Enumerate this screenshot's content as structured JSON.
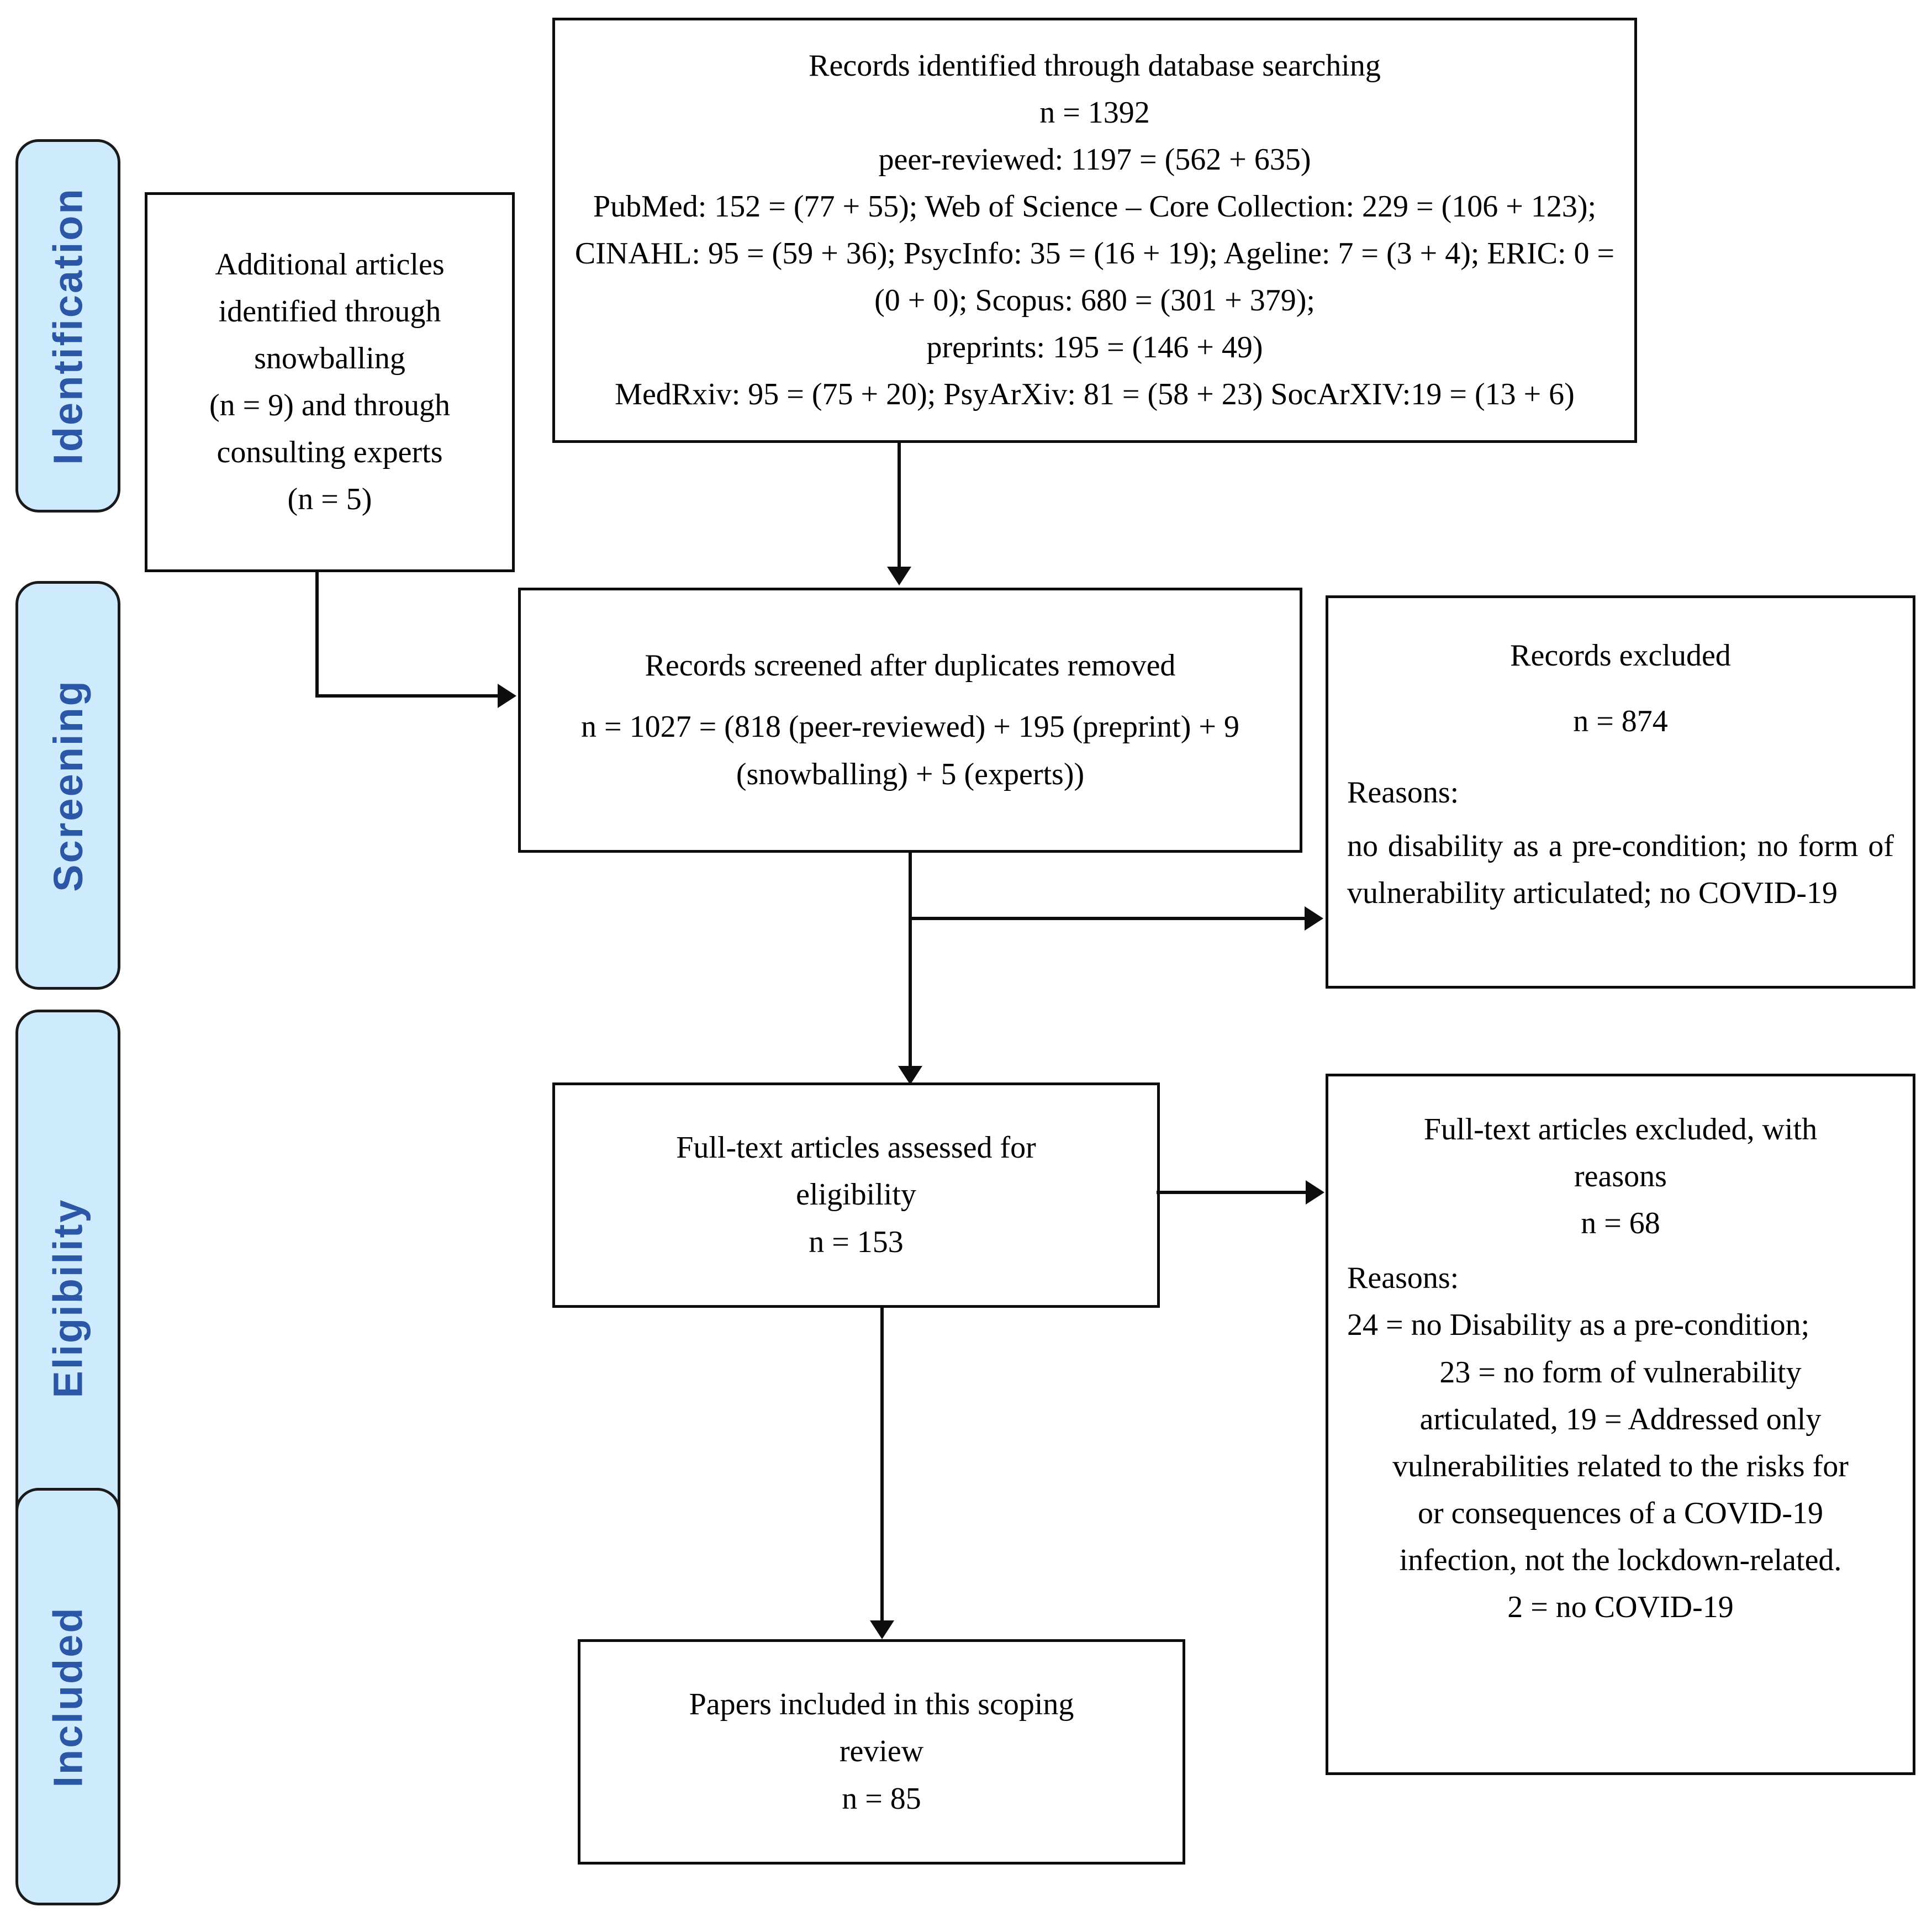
{
  "diagram": {
    "title": "PRISMA flow diagram",
    "type": "prisma-flowchart",
    "accent_color": "#cdebfd",
    "label_color": "#2b57a6",
    "line_color": "#0d0d0d"
  },
  "stages": [
    {
      "id": "identification",
      "label": "Identification"
    },
    {
      "id": "screening",
      "label": "Screening"
    },
    {
      "id": "eligibility",
      "label": "Eligibility"
    },
    {
      "id": "included",
      "label": "Included"
    }
  ],
  "boxes": {
    "database_search": {
      "lines": [
        "Records identified through database searching",
        "n = 1392",
        "peer-reviewed: 1197 = (562 + 635)",
        "PubMed: 152 = (77 + 55); Web of Science – Core Collection: 229 = (106 + 123); CINAHL: 95 = (59 + 36); PsycInfo: 35 = (16 + 19); Ageline: 7 = (3 + 4); ERIC: 0 = (0 + 0); Scopus: 680 = (301 + 379);",
        "preprints: 195 = (146 + 49)",
        "MedRxiv: 95 = (75 + 20); PsyArXiv: 81 = (58 + 23) SocArXIV:19 = (13 + 6)"
      ]
    },
    "additional_articles": {
      "lines": [
        "Additional articles",
        "identified through",
        "snowballing",
        "(n = 9) and through",
        "consulting experts",
        "(n = 5)"
      ]
    },
    "records_screened": {
      "lines": [
        "Records screened after duplicates removed",
        "n = 1027 = (818 (peer-reviewed) + 195 (preprint) + 9 (snowballing) + 5 (experts))"
      ]
    },
    "records_excluded": {
      "title": "Records excluded",
      "count": "n = 874",
      "reasons_label": "Reasons:",
      "reasons_text": "no disability as a pre-condition; no form of vulnerability articulated; no COVID-19"
    },
    "fulltext_assessed": {
      "lines": [
        "Full-text articles assessed for",
        "eligibility",
        "n = 153"
      ]
    },
    "fulltext_excluded": {
      "title_line1": "Full-text articles excluded, with",
      "title_line2": "reasons",
      "count": "n = 68",
      "reasons_label": "Reasons:",
      "reasons": [
        "24 = no Disability as a pre-condition;",
        "23 = no form of vulnerability",
        "articulated, 19 = Addressed only",
        "vulnerabilities related to the risks for",
        "or consequences of a COVID-19",
        "infection, not the lockdown-related.",
        "2 = no COVID-19"
      ]
    },
    "papers_included": {
      "lines": [
        "Papers included in this scoping",
        "review",
        "n = 85"
      ]
    }
  }
}
